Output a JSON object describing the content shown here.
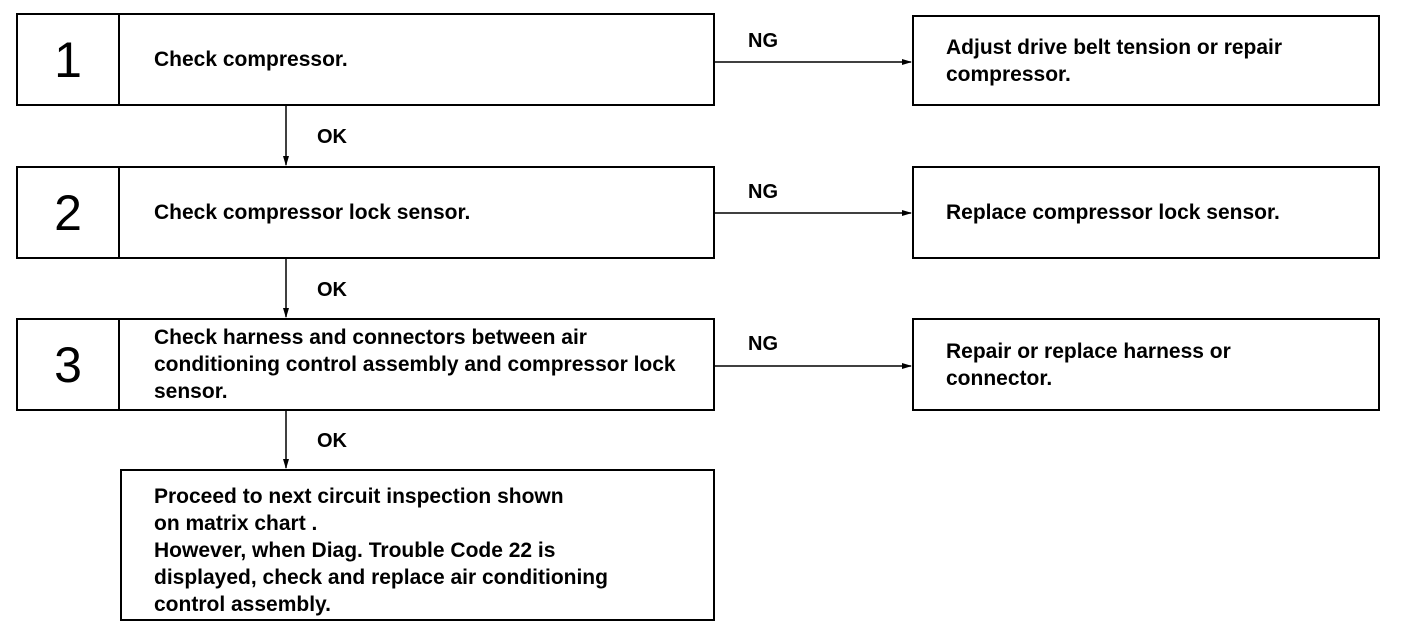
{
  "steps": [
    {
      "number": "1",
      "check": "Check compressor.",
      "ng_label": "NG",
      "ng_action": "Adjust drive belt tension or repair compressor.",
      "ok_label": "OK"
    },
    {
      "number": "2",
      "check": "Check compressor lock sensor.",
      "ng_label": "NG",
      "ng_action": "Replace compressor lock sensor.",
      "ok_label": "OK"
    },
    {
      "number": "3",
      "check": "Check harness and connectors between air conditioning control assembly and compressor lock sensor.",
      "ng_label": "NG",
      "ng_action": "Repair or replace harness or connector.",
      "ok_label": "OK"
    }
  ],
  "final": {
    "lines": [
      "Proceed to next circuit inspection shown",
      "on matrix chart .",
      "However, when Diag. Trouble Code 22 is",
      "displayed, check and replace air conditioning",
      "control assembly."
    ]
  }
}
